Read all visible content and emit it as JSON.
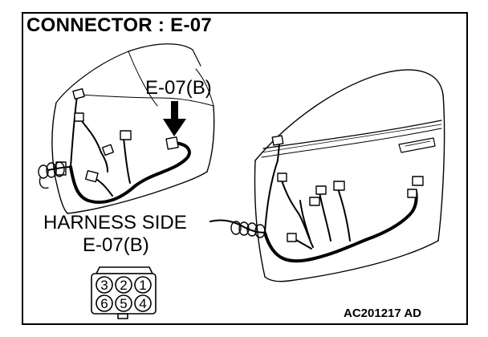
{
  "title": "CONNECTOR : E-07",
  "callout_label": "E-07(B)",
  "harness_side": {
    "line1": "HARNESS SIDE",
    "line2": "E-07(B)"
  },
  "connector_pins": {
    "top_row": [
      "3",
      "2",
      "1"
    ],
    "bottom_row": [
      "6",
      "5",
      "4"
    ]
  },
  "figure_code": "AC201217 AD"
}
